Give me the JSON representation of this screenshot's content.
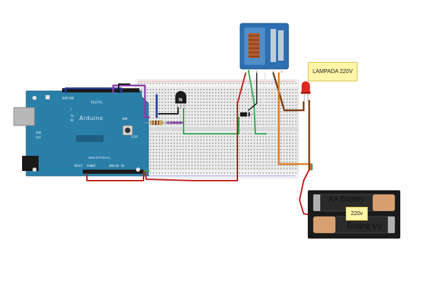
{
  "labels": {
    "lamp": "LAMPADA 220V",
    "battery_top": "AA Battery",
    "battery_bottom": "AA Battery",
    "voltage": "220v",
    "transistor": "N"
  },
  "arduino": {
    "logo": "Arduino",
    "url": "www.arduino.cc",
    "digital": "DIGITAL",
    "power": "POWER",
    "analog": "ANALOG IN",
    "aref": "AREF",
    "gnd": "GND",
    "pwm": "PWM",
    "icsp": "ICSP",
    "tx": "TX",
    "rx": "RX",
    "l": "L",
    "usb": "USB",
    "ext": "EXT",
    "reset": "RESET"
  },
  "colors": {
    "arduino_board": "#2a7fa8",
    "breadboard": "#e9e9e9",
    "relay": "#2d6fb2",
    "wire_red": "#c21a1a",
    "wire_green": "#34a853",
    "wire_black": "#1a1a1a",
    "wire_purple": "#8a3fa6",
    "wire_blue": "#2a3f9a",
    "wire_brown": "#7a3b10",
    "wire_orange": "#e07a20",
    "battery": "#1a1a1a",
    "battery_cell": "#d8a070",
    "note": "#fff6a8",
    "led": "#e0281e"
  },
  "icons": {
    "relay": "relay-icon",
    "led": "led-icon",
    "transistor": "transistor-icon",
    "diode": "diode-icon",
    "resistor": "resistor-icon",
    "battery": "battery-pack-icon"
  }
}
